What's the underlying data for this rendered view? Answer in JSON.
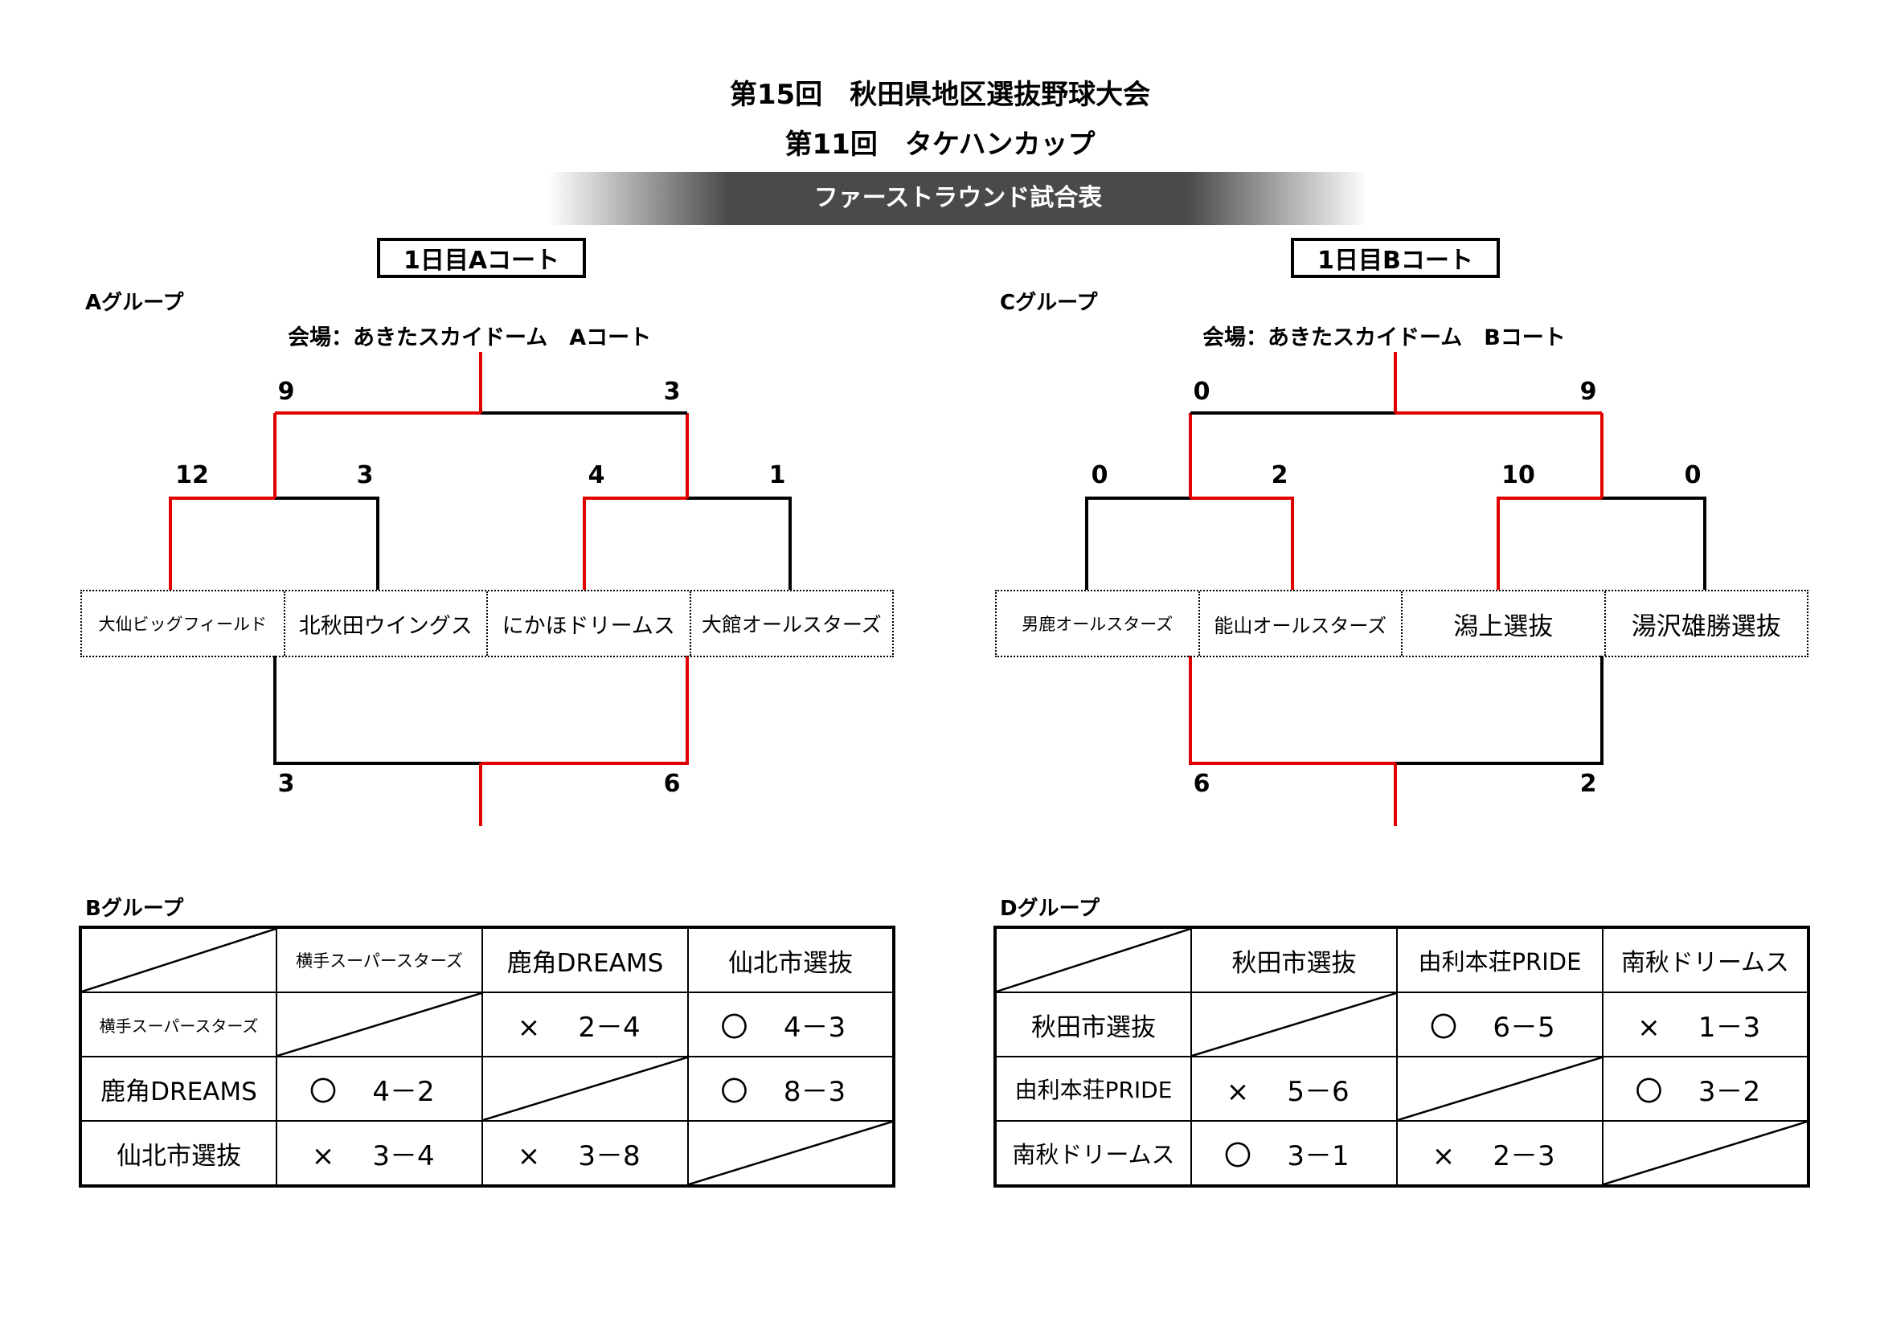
{
  "header": {
    "title1": "第15回　秋田県地区選抜野球大会",
    "title2": "第11回　タケハンカップ",
    "banner": "ファーストラウンド試合表"
  },
  "courts": {
    "a": "1日目Aコート",
    "b": "1日目Bコート"
  },
  "groupA": {
    "label": "Aグループ",
    "venue": "会場：あきたスカイドーム　Aコート",
    "teams": [
      "大仙ビッグフィールド",
      "北秋田ウイングス",
      "にかほドリームス",
      "大館オールスターズ"
    ],
    "top_scores": [
      "12",
      "3",
      "4",
      "1"
    ],
    "semi_scores": [
      "9",
      "3"
    ],
    "bottom_scores": [
      "3",
      "6"
    ]
  },
  "groupC": {
    "label": "Cグループ",
    "venue": "会場：あきたスカイドーム　Bコート",
    "teams": [
      "男鹿オールスターズ",
      "能山オールスターズ",
      "潟上選抜",
      "湯沢雄勝選抜"
    ],
    "top_scores": [
      "0",
      "2",
      "10",
      "0"
    ],
    "semi_scores": [
      "0",
      "9"
    ],
    "bottom_scores": [
      "6",
      "2"
    ]
  },
  "groupB": {
    "label": "Bグループ",
    "teams": [
      "横手スーパースターズ",
      "鹿角DREAMS",
      "仙北市選抜"
    ],
    "results": [
      [
        null,
        {
          "mark": "×",
          "score": "2－4"
        },
        {
          "mark": "〇",
          "score": "4－3"
        }
      ],
      [
        {
          "mark": "〇",
          "score": "4－2"
        },
        null,
        {
          "mark": "〇",
          "score": "8－3"
        }
      ],
      [
        {
          "mark": "×",
          "score": "3－4"
        },
        {
          "mark": "×",
          "score": "3－8"
        },
        null
      ]
    ]
  },
  "groupD": {
    "label": "Dグループ",
    "teams": [
      "秋田市選抜",
      "由利本荘PRIDE",
      "南秋ドリームス"
    ],
    "results": [
      [
        null,
        {
          "mark": "〇",
          "score": "6－5"
        },
        {
          "mark": "×",
          "score": "1－3"
        }
      ],
      [
        {
          "mark": "×",
          "score": "5－6"
        },
        null,
        {
          "mark": "〇",
          "score": "3－2"
        }
      ],
      [
        {
          "mark": "〇",
          "score": "3－1"
        },
        {
          "mark": "×",
          "score": "2－3"
        },
        null
      ]
    ]
  },
  "colors": {
    "win_line": "#e00000",
    "line": "#000000"
  }
}
